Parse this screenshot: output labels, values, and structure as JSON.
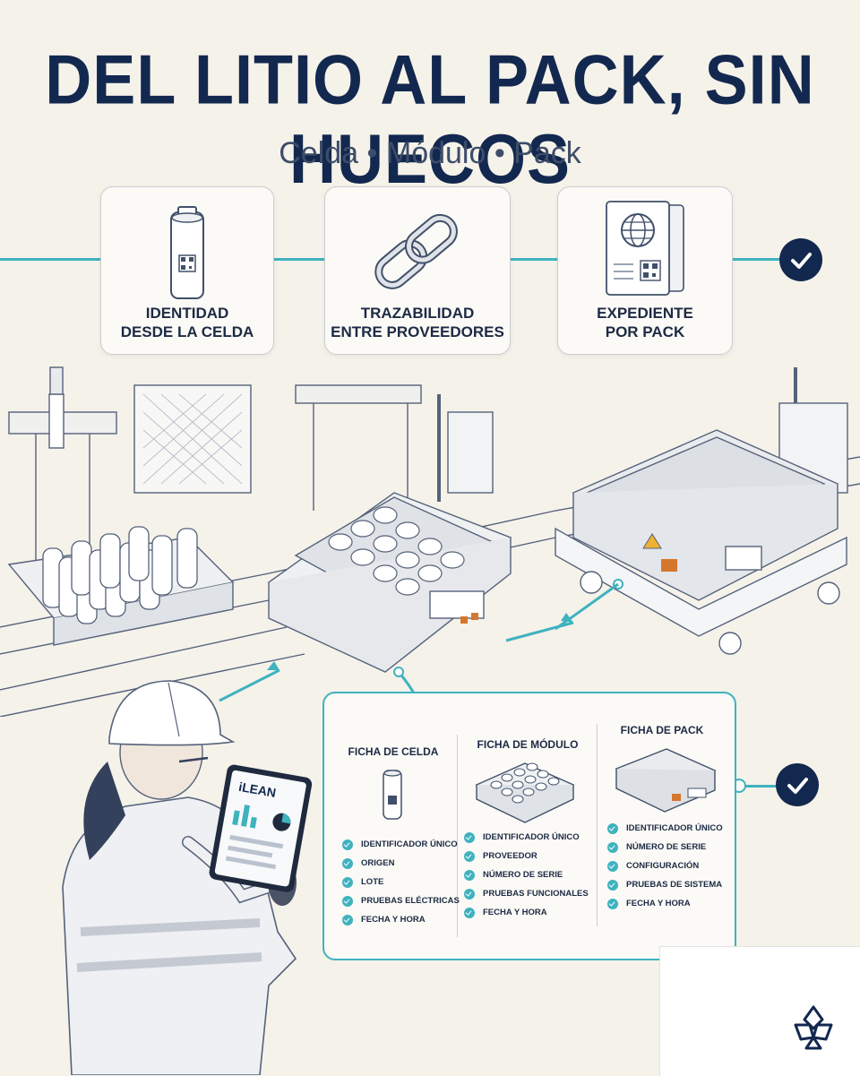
{
  "header": {
    "title": "DEL LITIO AL PACK, SIN HUECOS",
    "subtitle": "Celda • Módulo • Pack"
  },
  "steps": [
    {
      "label": "IDENTIDAD\nDESDE LA CELDA",
      "icon": "battery-cell-icon"
    },
    {
      "label": "TRAZABILIDAD\nENTRE PROVEEDORES",
      "icon": "chain-link-icon"
    },
    {
      "label": "EXPEDIENTE\nPOR PACK",
      "icon": "passport-icon"
    }
  ],
  "tablet": {
    "brand": "iLEAN"
  },
  "records": [
    {
      "title": "FICHA DE CELDA",
      "items": [
        "IDENTIFICADOR ÚNICO",
        "ORIGEN",
        "LOTE",
        "PRUEBAS ELÉCTRICAS",
        "FECHA Y HORA"
      ]
    },
    {
      "title": "FICHA DE MÓDULO",
      "items": [
        "IDENTIFICADOR ÚNICO",
        "PROVEEDOR",
        "NÚMERO DE SERIE",
        "PRUEBAS FUNCIONALES",
        "FECHA Y HORA"
      ]
    },
    {
      "title": "FICHA DE PACK",
      "items": [
        "IDENTIFICADOR ÚNICO",
        "NÚMERO DE SERIE",
        "CONFIGURACIÓN",
        "PRUEBAS DE SISTEMA",
        "FECHA Y HORA"
      ]
    }
  ],
  "colors": {
    "navy": "#13284f",
    "teal": "#3fb2bf",
    "background": "#f5f2ea"
  }
}
